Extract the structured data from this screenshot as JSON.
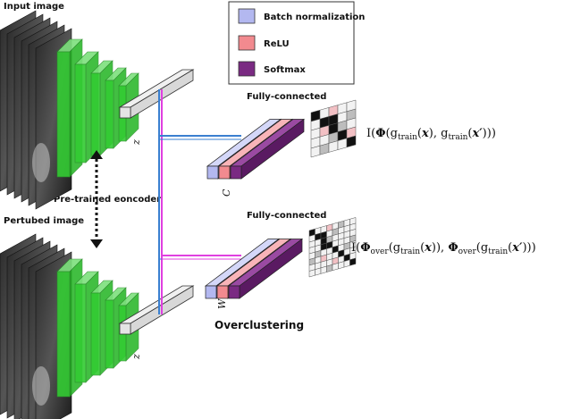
{
  "labels": {
    "input_image": "Input image",
    "perturbed_image": "Pertubed image",
    "encoder": "Pre-trained eoncoder",
    "fully_connected_top": "Fully-connected",
    "fully_connected_bottom": "Fully-connected",
    "overclustering": "Overclustering",
    "z_top": "z",
    "z_bottom": "z",
    "c_label": "C",
    "w_label": "W"
  },
  "legend": {
    "items": [
      {
        "label": "Batch normalization",
        "color": "#b3b8f0"
      },
      {
        "label": "ReLU",
        "color": "#f28a8f"
      },
      {
        "label": "Softmax",
        "color": "#7a2a82"
      }
    ]
  },
  "formulas": {
    "top": "I(Φ(g_train(x)), g_train(x′))",
    "bottom": "I(Φ_over(g_train(x)), Φ_over(g_train(x′)))"
  },
  "colors": {
    "encoder_green": "#33cc33",
    "blue_connection": "#3a7fd0",
    "magenta_connection": "#e040e0",
    "feature_gray": "#d8d8d8"
  }
}
